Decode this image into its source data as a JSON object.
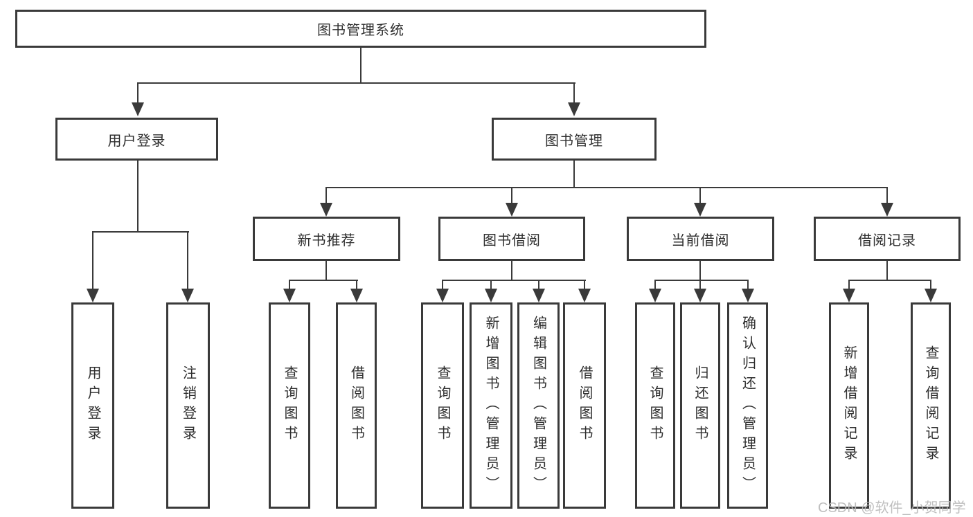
{
  "colors": {
    "line": "#3a3a3a",
    "text": "#2e2e2e",
    "watermark": "#b9b9b9",
    "background": "#ffffff"
  },
  "tree": {
    "root": "图书管理系统",
    "level2": {
      "user_login": "用户登录",
      "book_management": "图书管理"
    },
    "level3": {
      "new_book_recommend": "新书推荐",
      "book_borrowing": "图书借阅",
      "current_borrowing": "当前借阅",
      "borrowing_records": "借阅记录"
    },
    "leaves": {
      "user_login": [
        "用户登录",
        "注销登录"
      ],
      "new_book_recommend": [
        "查询图书",
        "借阅图书"
      ],
      "book_borrowing": [
        "查询图书",
        "新增图书（管理员）",
        "编辑图书（管理员）",
        "借阅图书"
      ],
      "current_borrowing": [
        "查询图书",
        "归还图书",
        "确认归还（管理员）"
      ],
      "borrowing_records": [
        "新增借阅记录",
        "查询借阅记录"
      ]
    }
  },
  "watermark": "CSDN @软件_小贺同学"
}
